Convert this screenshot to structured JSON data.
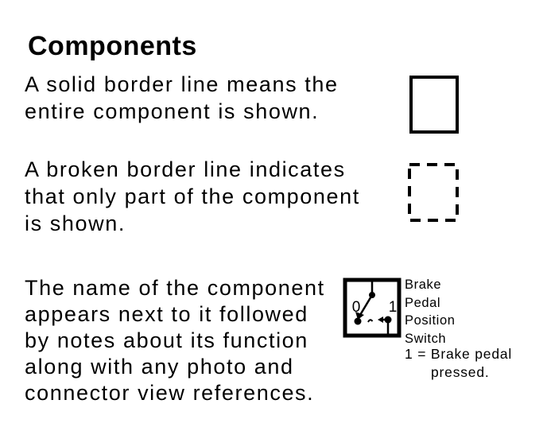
{
  "page": {
    "title": "Components"
  },
  "sections": [
    {
      "id": "solid",
      "text": "A solid border line means the\nentire component is shown."
    },
    {
      "id": "broken",
      "text": "A broken border line indicates\nthat only part of the component\nis shown."
    },
    {
      "id": "naming",
      "text": "The name of the component\nappears next to it followed\nby notes about its function\nalong with any photo and\nconnector view references."
    }
  ],
  "example": {
    "switch_position_off": "0",
    "switch_position_on": "1",
    "component_label": "Brake\nPedal\nPosition\nSwitch",
    "note_line_1": "1 = Brake pedal",
    "note_line_2": "pressed."
  },
  "colors": {
    "ink": "#000000",
    "paper": "#ffffff"
  }
}
